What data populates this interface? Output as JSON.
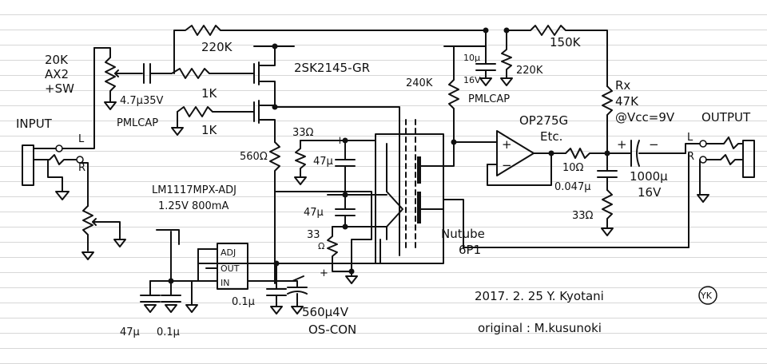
{
  "labels": {
    "vol": "20K",
    "vol_type": "AX2",
    "vol_sw": "+SW",
    "input": "INPUT",
    "input_l": "L",
    "input_r": "R",
    "r_fb_top": "220K",
    "fet": "2SK2145-GR",
    "cap_in": "4.7µ35V",
    "cap_in_type": "PMLCAP",
    "r_gate1": "1K",
    "r_gate2": "1K",
    "r_source": "560Ω",
    "reg": "LM1117MPX-ADJ",
    "reg_spec": "1.25V 800mA",
    "reg_pin_adj": "ADJ",
    "reg_pin_out": "OUT",
    "reg_pin_in": "IN",
    "r_240k": "240K",
    "cap_10u": "10µ",
    "cap_10u_v": "16V",
    "cap_10u_type": "PMLCAP",
    "r_220k_2": "220K",
    "r_150k": "150K",
    "opamp": "OP275G",
    "opamp_etc": "Etc.",
    "rx": "Rx",
    "rx_val": "47K",
    "rx_note": "@Vcc=9V",
    "output": "OUTPUT",
    "out_l": "L",
    "out_r": "R",
    "r_out": "10Ω",
    "cap_out": "1000µ",
    "cap_out_v": "16V",
    "cap_0047": "0.047µ",
    "r_33_out": "33Ω",
    "r_33_a": "33Ω",
    "cap_47_a": "47µ",
    "cap_47_b": "47µ",
    "r_33_b": "33",
    "r_33_b_unit": "Ω",
    "nutube": "Nutube",
    "nutube_model": "6P1",
    "cap_bulk": "47µ",
    "cap_01a": "0.1µ",
    "cap_01b": "0.1µ",
    "cap_oscon": "560µ4V",
    "cap_oscon_type": "OS-CON",
    "date": "2017. 2. 25  Y. Kyotani",
    "initials": "YK",
    "credit": "original : M.kusunoki",
    "plus1": "+",
    "plus2": "+",
    "plus3": "+",
    "plus4": "+",
    "minus1": "−",
    "minus2": "−"
  }
}
